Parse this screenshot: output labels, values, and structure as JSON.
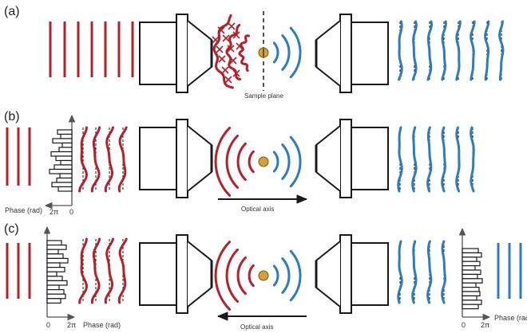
{
  "panels": [
    {
      "label": "(a)"
    },
    {
      "label": "(b)"
    },
    {
      "label": "(c)"
    }
  ],
  "annotations": {
    "sample_plane": "Sample plane",
    "optical_axis_b": "Optical axis",
    "optical_axis_c": "Optical axis",
    "phase_b": "Phase (rad)",
    "phase_c_left": "Phase (rad)",
    "phase_c_right": "Phase (rad)",
    "tick_two_pi_b": "2π",
    "tick_zero_b": "0",
    "tick_zero_c_left": "0",
    "tick_two_pi_c_left": "2π",
    "tick_zero_c_right": "0",
    "tick_two_pi_c_right": "2π"
  },
  "colors": {
    "red_wave": "#b5202b",
    "blue_wave": "#2e7cc0",
    "sample": "#d4a03a",
    "outline": "#1a1a1a"
  }
}
